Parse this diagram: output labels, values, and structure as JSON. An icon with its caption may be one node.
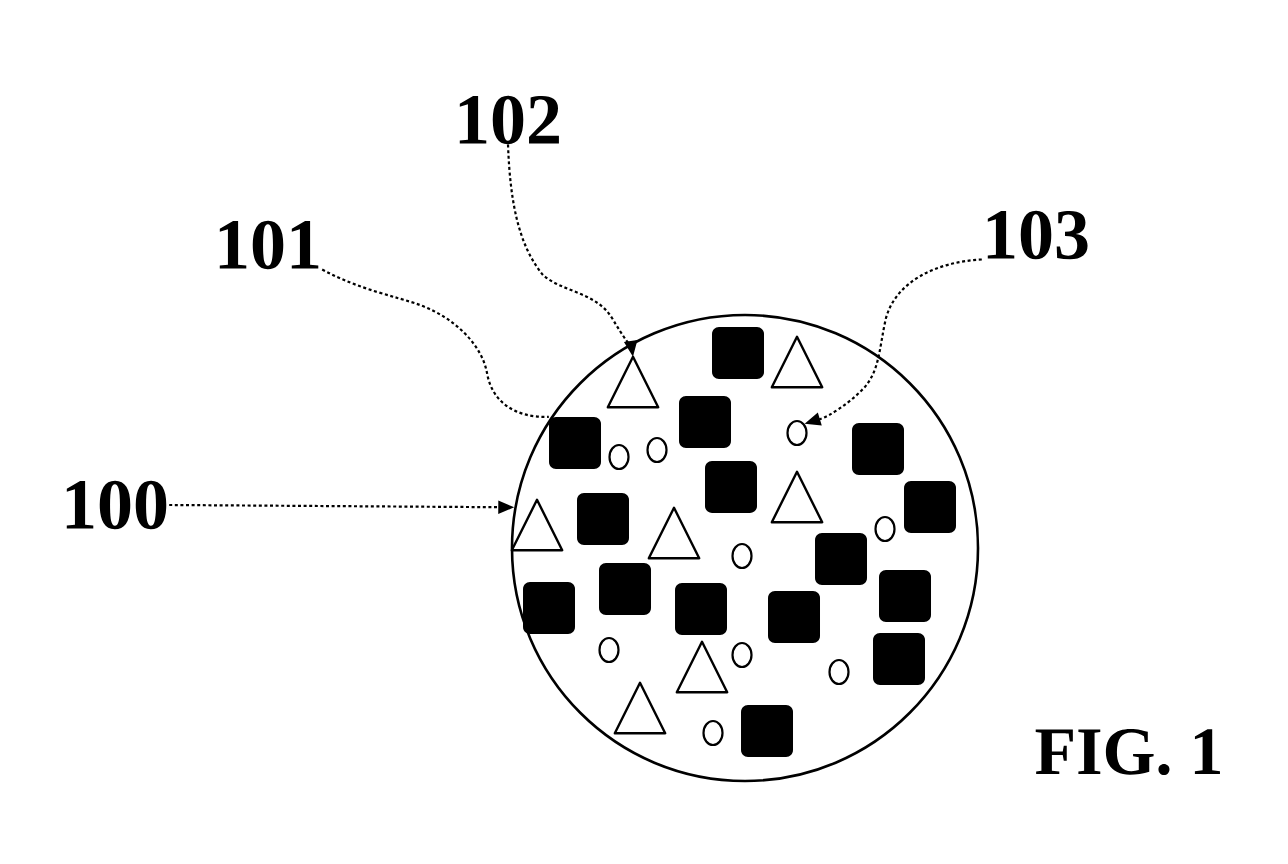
{
  "diagram": {
    "nodes": [
      {
        "text": [
          "100"
        ]
      },
      {
        "text": [
          "101"
        ]
      },
      {
        "text": [
          "102"
        ]
      },
      {
        "text": [
          "103"
        ]
      },
      {
        "text": [],
        "shape": "circle"
      },
      {
        "text": [],
        "shape": "square",
        "in": 4
      },
      {
        "text": [],
        "shape": "triangle",
        "in": 4
      },
      {
        "text": [],
        "shape": "oval",
        "in": 4
      },
      {
        "text": [],
        "shape": "square",
        "in": 4
      },
      {
        "text": [],
        "shape": "square",
        "in": 4
      },
      {
        "text": [],
        "shape": "square",
        "in": 4
      },
      {
        "text": [],
        "shape": "square",
        "in": 4
      },
      {
        "text": [],
        "shape": "square",
        "in": 4
      },
      {
        "text": [],
        "shape": "square",
        "in": 4
      },
      {
        "text": [],
        "shape": "square",
        "in": 4
      },
      {
        "text": [],
        "shape": "square",
        "in": 4
      },
      {
        "text": [],
        "shape": "square",
        "in": 4
      },
      {
        "text": [],
        "shape": "square",
        "in": 4
      },
      {
        "text": [],
        "shape": "square",
        "in": 4
      },
      {
        "text": [],
        "shape": "square",
        "in": 4
      },
      {
        "text": [],
        "shape": "square",
        "in": 4
      },
      {
        "text": [],
        "shape": "square",
        "in": 4
      },
      {
        "text": [],
        "shape": "triangle",
        "in": 4
      },
      {
        "text": [],
        "shape": "triangle",
        "in": 4
      },
      {
        "text": [],
        "shape": "triangle",
        "in": 4
      },
      {
        "text": [],
        "shape": "triangle",
        "in": 4
      },
      {
        "text": [],
        "shape": "triangle",
        "in": 4
      },
      {
        "text": [],
        "shape": "triangle",
        "in": 4
      },
      {
        "text": [],
        "shape": "oval",
        "in": 4
      },
      {
        "text": [],
        "shape": "oval",
        "in": 4
      },
      {
        "text": [],
        "shape": "oval",
        "in": 4
      },
      {
        "text": [],
        "shape": "oval",
        "in": 4
      },
      {
        "text": [],
        "shape": "oval",
        "in": 4
      },
      {
        "text": [],
        "shape": "oval",
        "in": 4
      },
      {
        "text": [],
        "shape": "oval",
        "in": 4
      },
      {
        "text": [],
        "shape": "oval",
        "in": 4
      }
    ],
    "edges": [
      {
        "from": 0,
        "to": 4,
        "arrow": "to",
        "style": "dashed"
      },
      {
        "from": 1,
        "to": 5,
        "arrow": "none",
        "style": "dashed"
      },
      {
        "from": 2,
        "to": 6,
        "arrow": "to",
        "style": "dashed"
      },
      {
        "from": 3,
        "to": 7,
        "arrow": "to",
        "style": "dashed"
      }
    ],
    "labels": [
      "FIG. 1"
    ]
  }
}
